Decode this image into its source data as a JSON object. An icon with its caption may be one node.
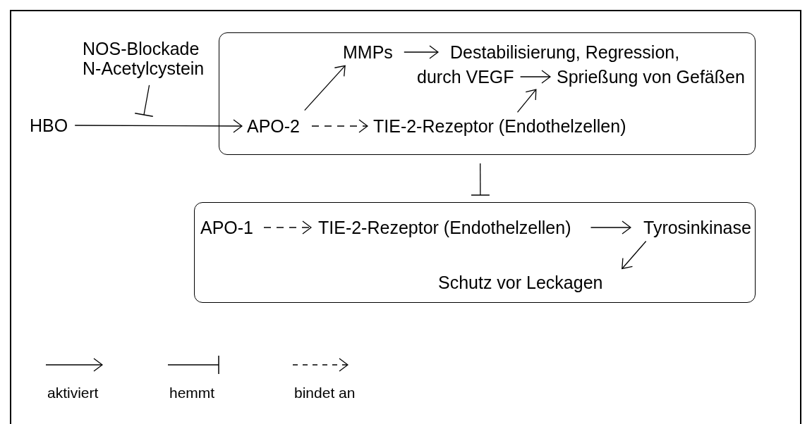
{
  "diagram": {
    "nodes": [
      {
        "text": [
          "NOS-Blockade N-Acetylcystein"
        ]
      },
      {
        "text": [
          "HBO"
        ]
      },
      {
        "text": [],
        "shape": "box"
      },
      {
        "text": [
          "MMPs"
        ],
        "in": 2
      },
      {
        "text": [
          "Destabilisierung, Regression,"
        ],
        "in": 2
      },
      {
        "text": [
          "durch VEGF"
        ],
        "in": 2
      },
      {
        "text": [
          "Sprießung von Gefäßen"
        ],
        "in": 2
      },
      {
        "text": [
          "APO-2"
        ],
        "in": 2
      },
      {
        "text": [
          "TIE-2-Rezeptor (Endothelzellen)"
        ],
        "in": 2
      },
      {
        "text": [],
        "shape": "box"
      },
      {
        "text": [
          "APO-1"
        ],
        "in": 9
      },
      {
        "text": [
          "TIE-2-Rezeptor (Endothelzellen)"
        ],
        "in": 9
      },
      {
        "text": [
          "Tyrosinkinase"
        ],
        "in": 9
      },
      {
        "text": [
          "Schutz vor Leckagen"
        ],
        "in": 9
      }
    ],
    "edges": [
      {
        "from": 1,
        "to": 7,
        "arrow": "to"
      },
      {
        "from": 7,
        "to": 3,
        "arrow": "to"
      },
      {
        "from": 7,
        "to": 8,
        "arrow": "to",
        "style": "dashed"
      },
      {
        "from": 3,
        "to": 4,
        "arrow": "to"
      },
      {
        "from": 5,
        "to": 6,
        "arrow": "to"
      },
      {
        "from": 8,
        "to": 6,
        "arrow": "to"
      },
      {
        "from": 2,
        "to": 9,
        "arrow": "other"
      },
      {
        "from": 10,
        "to": 11,
        "arrow": "to",
        "style": "dashed"
      },
      {
        "from": 11,
        "to": 12,
        "arrow": "to"
      },
      {
        "from": 12,
        "to": 13,
        "arrow": "to"
      },
      {
        "from": 0,
        "to": null,
        "arrow": "other"
      }
    ],
    "legend": [
      {
        "text": "aktiviert"
      },
      {
        "text": "hemmt"
      },
      {
        "text": "bindet an"
      }
    ]
  }
}
